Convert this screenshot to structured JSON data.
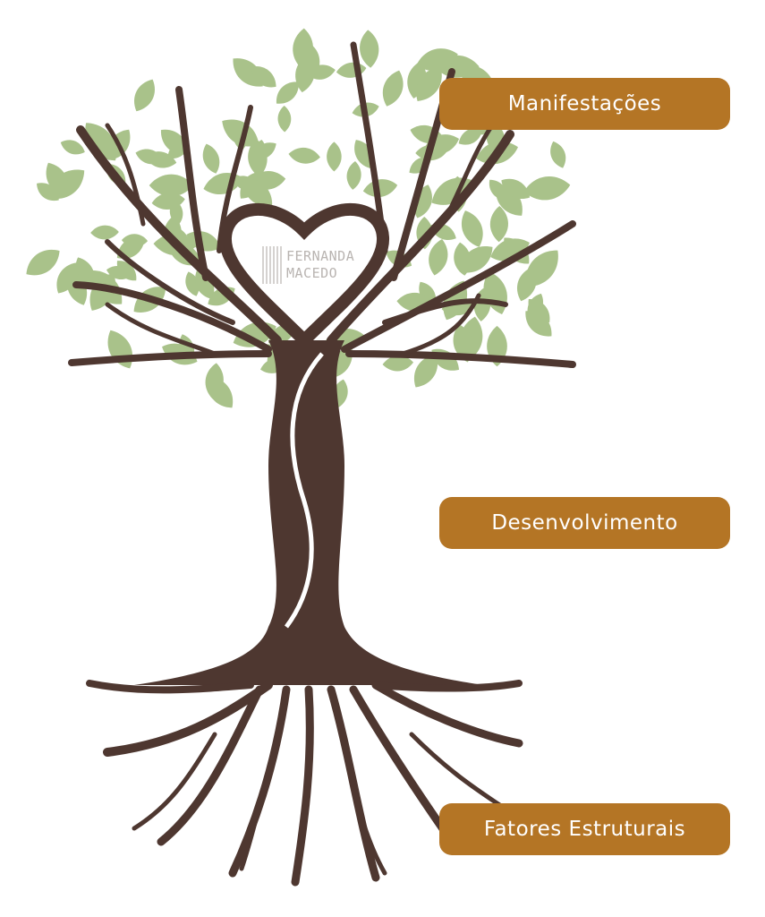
{
  "labels": {
    "top": "Manifestações",
    "middle": "Desenvolvimento",
    "bottom": "Fatores Estruturais"
  },
  "logo": {
    "line1": "FERNANDA",
    "line2": "MACEDO"
  },
  "colors": {
    "label_bg": "#b47525",
    "trunk": "#4e3730",
    "leaf": "#a9c28a",
    "logo": "#b9b4b1"
  },
  "icons": {
    "tree": "tree-with-heart-and-roots",
    "logo": "brand-logo"
  }
}
